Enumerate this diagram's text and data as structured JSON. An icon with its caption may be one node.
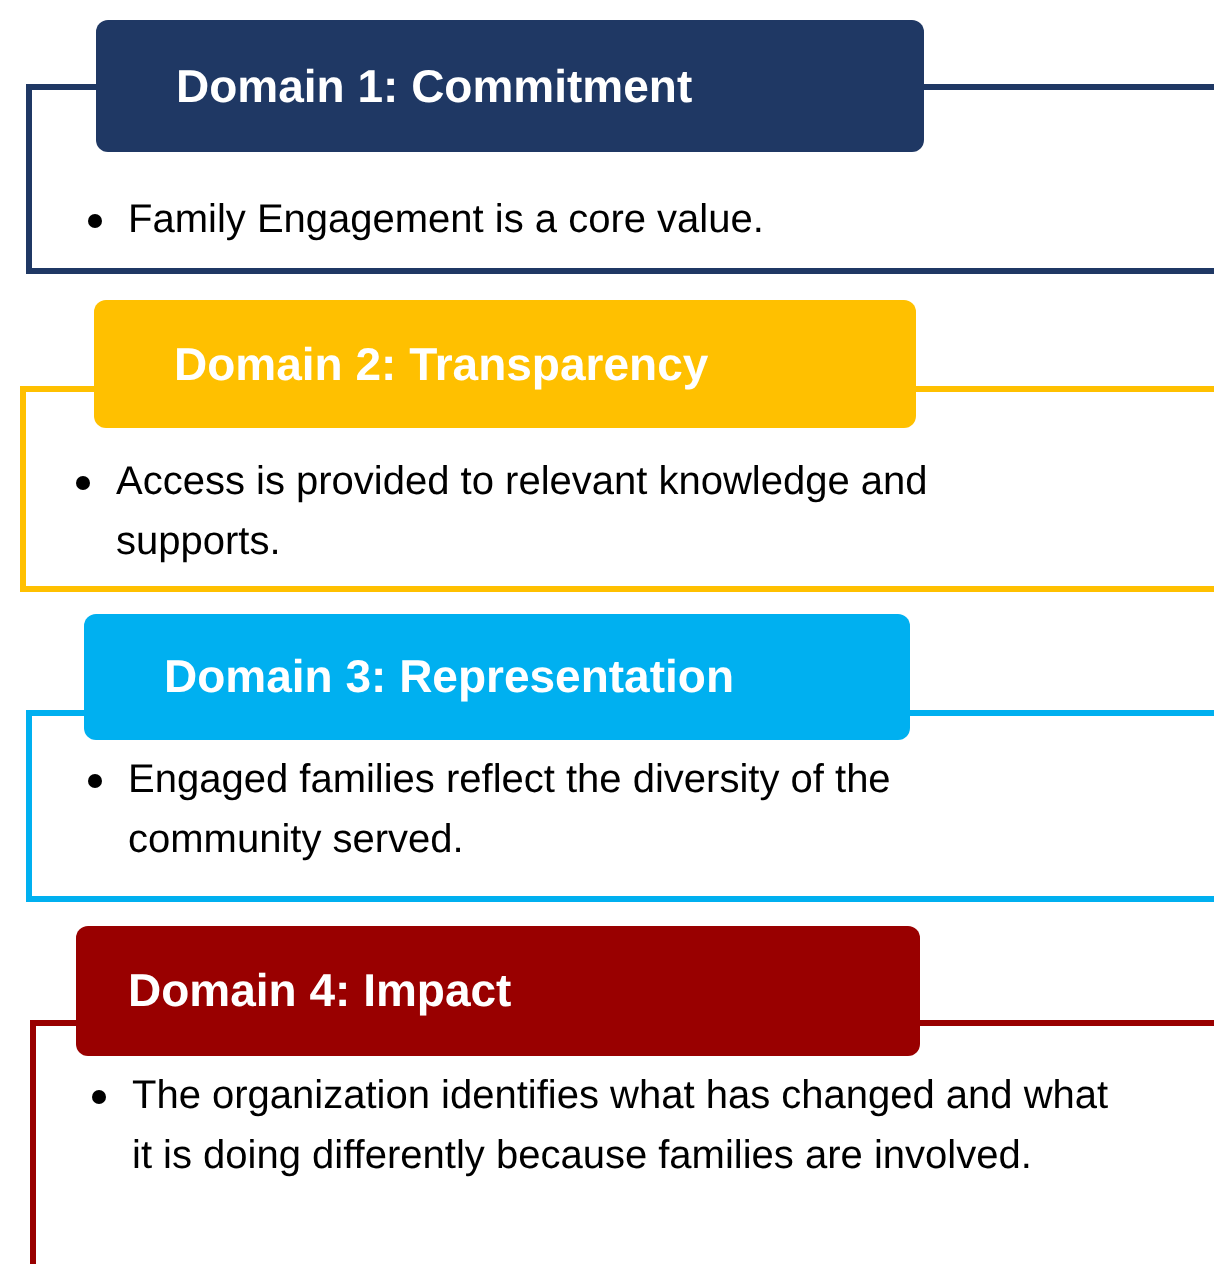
{
  "diagram": {
    "nodes": [
      {
        "text": [
          "Domain 1: Commitment"
        ]
      },
      {
        "text": [
          "Family Engagement is a core value."
        ]
      },
      {
        "text": [
          "Domain 2: Transparency"
        ]
      },
      {
        "text": [
          "Access is provided to relevant knowledge and supports."
        ]
      },
      {
        "text": [
          "Domain 3: Representation"
        ]
      },
      {
        "text": [
          "Engaged families reflect the diversity of the community served."
        ]
      },
      {
        "text": [
          "Domain 4: Impact"
        ]
      },
      {
        "text": [
          "The organization identifies what has changed and what it is doing differently because families are involved."
        ]
      }
    ]
  }
}
